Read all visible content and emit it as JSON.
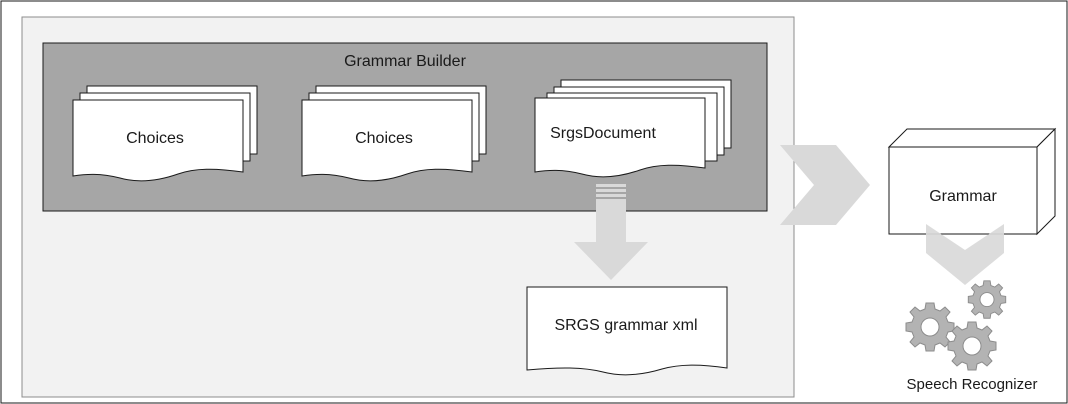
{
  "grammar_builder": {
    "title": "Grammar Builder",
    "items": [
      {
        "label": "Choices"
      },
      {
        "label": "Choices"
      },
      {
        "label": "SrgsDocument"
      }
    ]
  },
  "srgs_xml": {
    "label": "SRGS grammar xml"
  },
  "grammar": {
    "label": "Grammar"
  },
  "speech_recognizer": {
    "label": "Speech Recognizer",
    "icon": "gears-icon"
  },
  "colors": {
    "outer_panel": "#f2f2f2",
    "builder_panel": "#a6a6a6",
    "arrow": "#d9d9d9",
    "gear": "#b3b3b3",
    "stroke": "#1a1a1a"
  }
}
